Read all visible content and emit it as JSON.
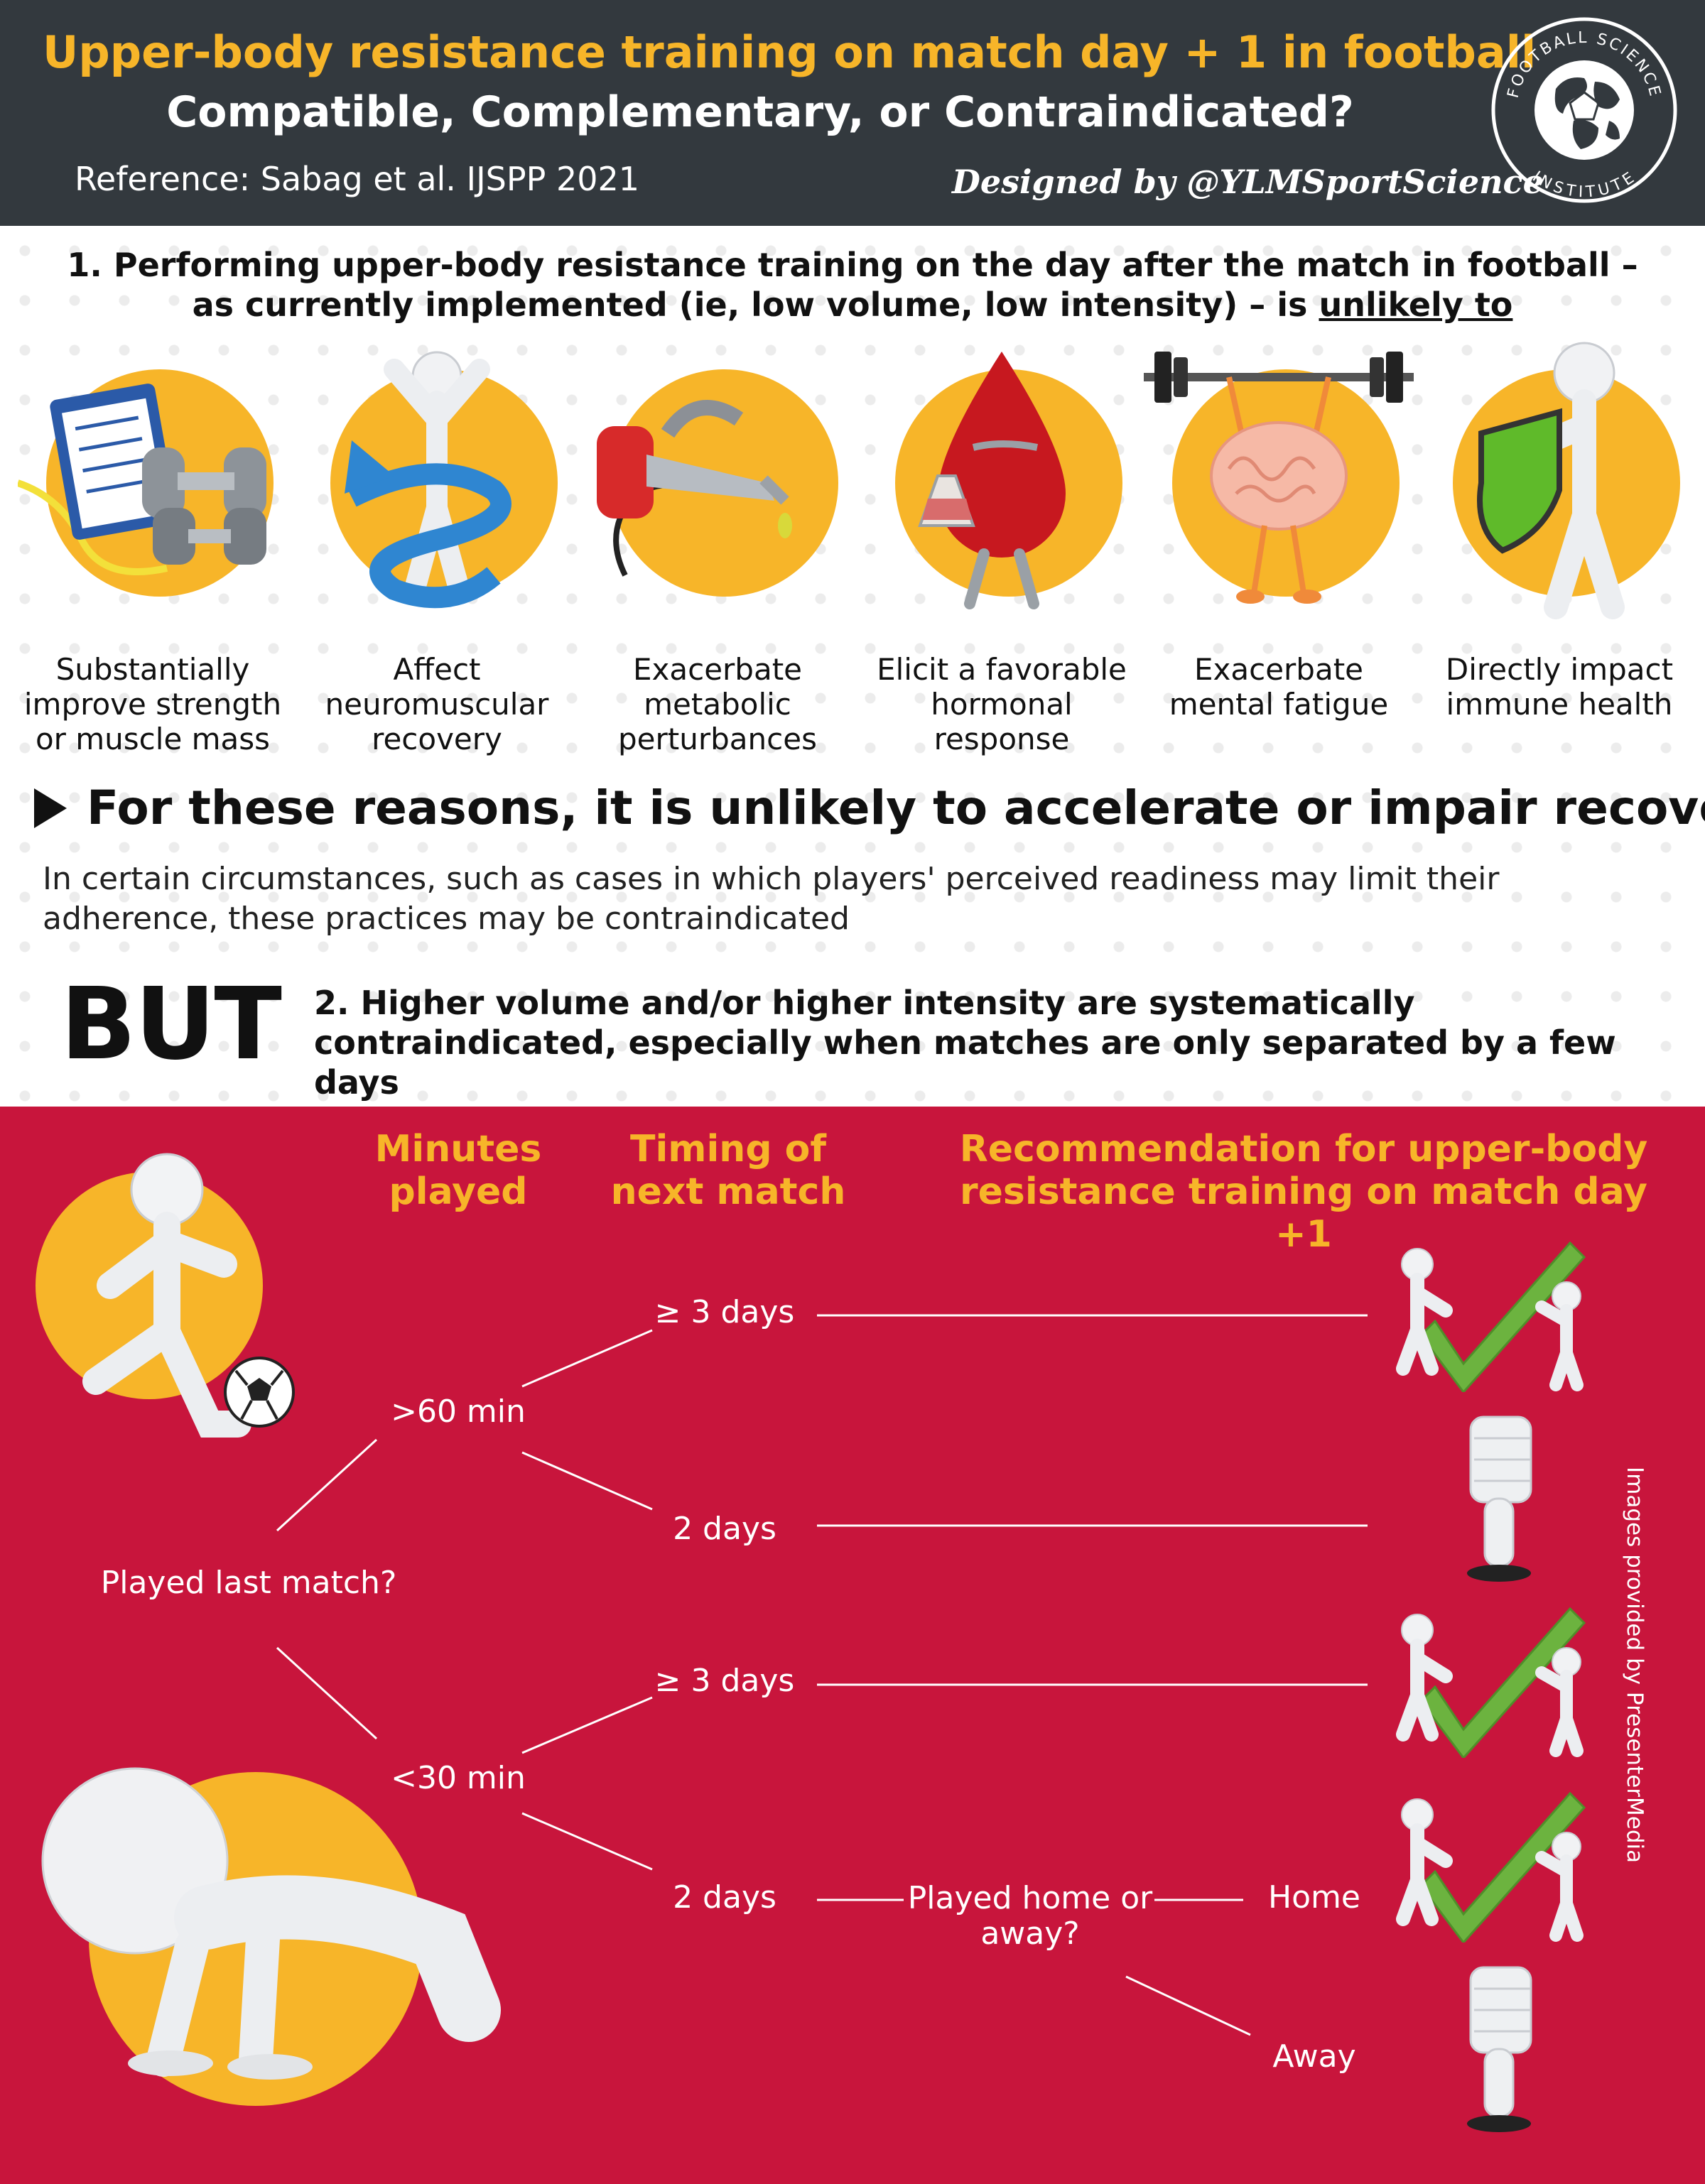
{
  "header": {
    "title": "Upper-body resistance training on match day + 1 in football",
    "subtitle": "Compatible, Complementary, or Contraindicated?",
    "reference": "Reference: Sabag et al. IJSPP 2021",
    "designed_by": "Designed by @YLMSportScience",
    "logo_text": "FOOTBALL SCIENCE INSTITUTE"
  },
  "intro": {
    "point1_text": "1. Performing upper-body resistance training on the day after the match in football – as currently implemented (ie, low volume, low intensity) – is ",
    "point1_underlined": "unlikely to",
    "icons": [
      {
        "icon": "clipboard-dumbbell-icon",
        "caption": "Substantially improve strength or muscle mass"
      },
      {
        "icon": "figure-arrow-spiral-icon",
        "caption": "Affect neuromuscular recovery"
      },
      {
        "icon": "fuel-nozzle-icon",
        "caption": "Exacerbate metabolic perturbances"
      },
      {
        "icon": "blood-drop-figure-icon",
        "caption": "Elicit a favorable hormonal response"
      },
      {
        "icon": "brain-lifting-barbell-icon",
        "caption": "Exacerbate mental fatigue"
      },
      {
        "icon": "figure-shield-icon",
        "caption": "Directly impact immune health"
      }
    ],
    "reason": "For these reasons, it is unlikely to accelerate or impair recovery",
    "certain": "In certain circumstances, such as cases in which players' perceived readiness may limit their adherence, these practices may be contraindicated",
    "but": "BUT",
    "point2": "2. Higher volume and/or higher intensity are systematically contraindicated, especially when matches are only separated by a few days"
  },
  "decision": {
    "col_minutes": "Minutes played",
    "col_timing": "Timing of next match",
    "col_recommendation": "Recommendation for upper-body resistance training on match day +1",
    "root": "Played last match?",
    "gt60": ">60 min",
    "lt30": "<30 min",
    "ge3_top": "≥ 3 days",
    "two_top": "2 days",
    "ge3_bottom": "≥ 3 days",
    "two_bottom": "2 days",
    "home_away_q": "Played home or away?",
    "home": "Home",
    "away": "Away",
    "outcomes": [
      "checkmark-icon",
      "thumbs-down-icon",
      "checkmark-icon",
      "checkmark-icon",
      "thumbs-down-icon"
    ],
    "images_credit": "Images provided by PresenterMedia"
  },
  "colors": {
    "header_bg": "#33393e",
    "accent_yellow": "#f7b529",
    "red_bg": "#c8153c",
    "check_green": "#6cb33f"
  }
}
